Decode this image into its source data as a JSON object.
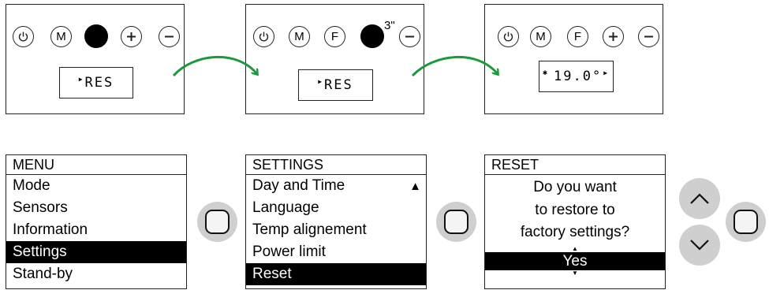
{
  "step1": {
    "buttons": [
      "power-icon",
      "M",
      "filled-circle",
      "plus-icon",
      "minus-icon"
    ],
    "display": "RES"
  },
  "step2": {
    "buttons": [
      "power-icon",
      "M",
      "F",
      "filled-circle",
      "minus-icon"
    ],
    "hold_time": "3\"",
    "display": "RES"
  },
  "step3": {
    "buttons": [
      "power-icon",
      "M",
      "F",
      "plus-icon",
      "minus-icon"
    ],
    "display": "19.0°"
  },
  "menu": {
    "title": "MENU",
    "items": [
      "Mode",
      "Sensors",
      "Information",
      "Settings",
      "Stand-by"
    ],
    "selected": "Settings"
  },
  "settings": {
    "title": "SETTINGS",
    "items": [
      "Day and Time",
      "Language",
      "Temp alignement",
      "Power limit",
      "Reset"
    ],
    "selected": "Reset",
    "scroll_indicator": "▲"
  },
  "reset": {
    "title": "RESET",
    "question_lines": [
      "Do you want",
      "to restore to",
      "factory settings?"
    ],
    "option": "Yes",
    "up_indicator": "▲",
    "down_indicator": "▼"
  },
  "colors": {
    "arrow": "#1a9a3a",
    "button_bg": "#cfcfcf",
    "selected_bg": "#000000"
  },
  "labels": {
    "mode_key": "M",
    "function_key": "F"
  }
}
